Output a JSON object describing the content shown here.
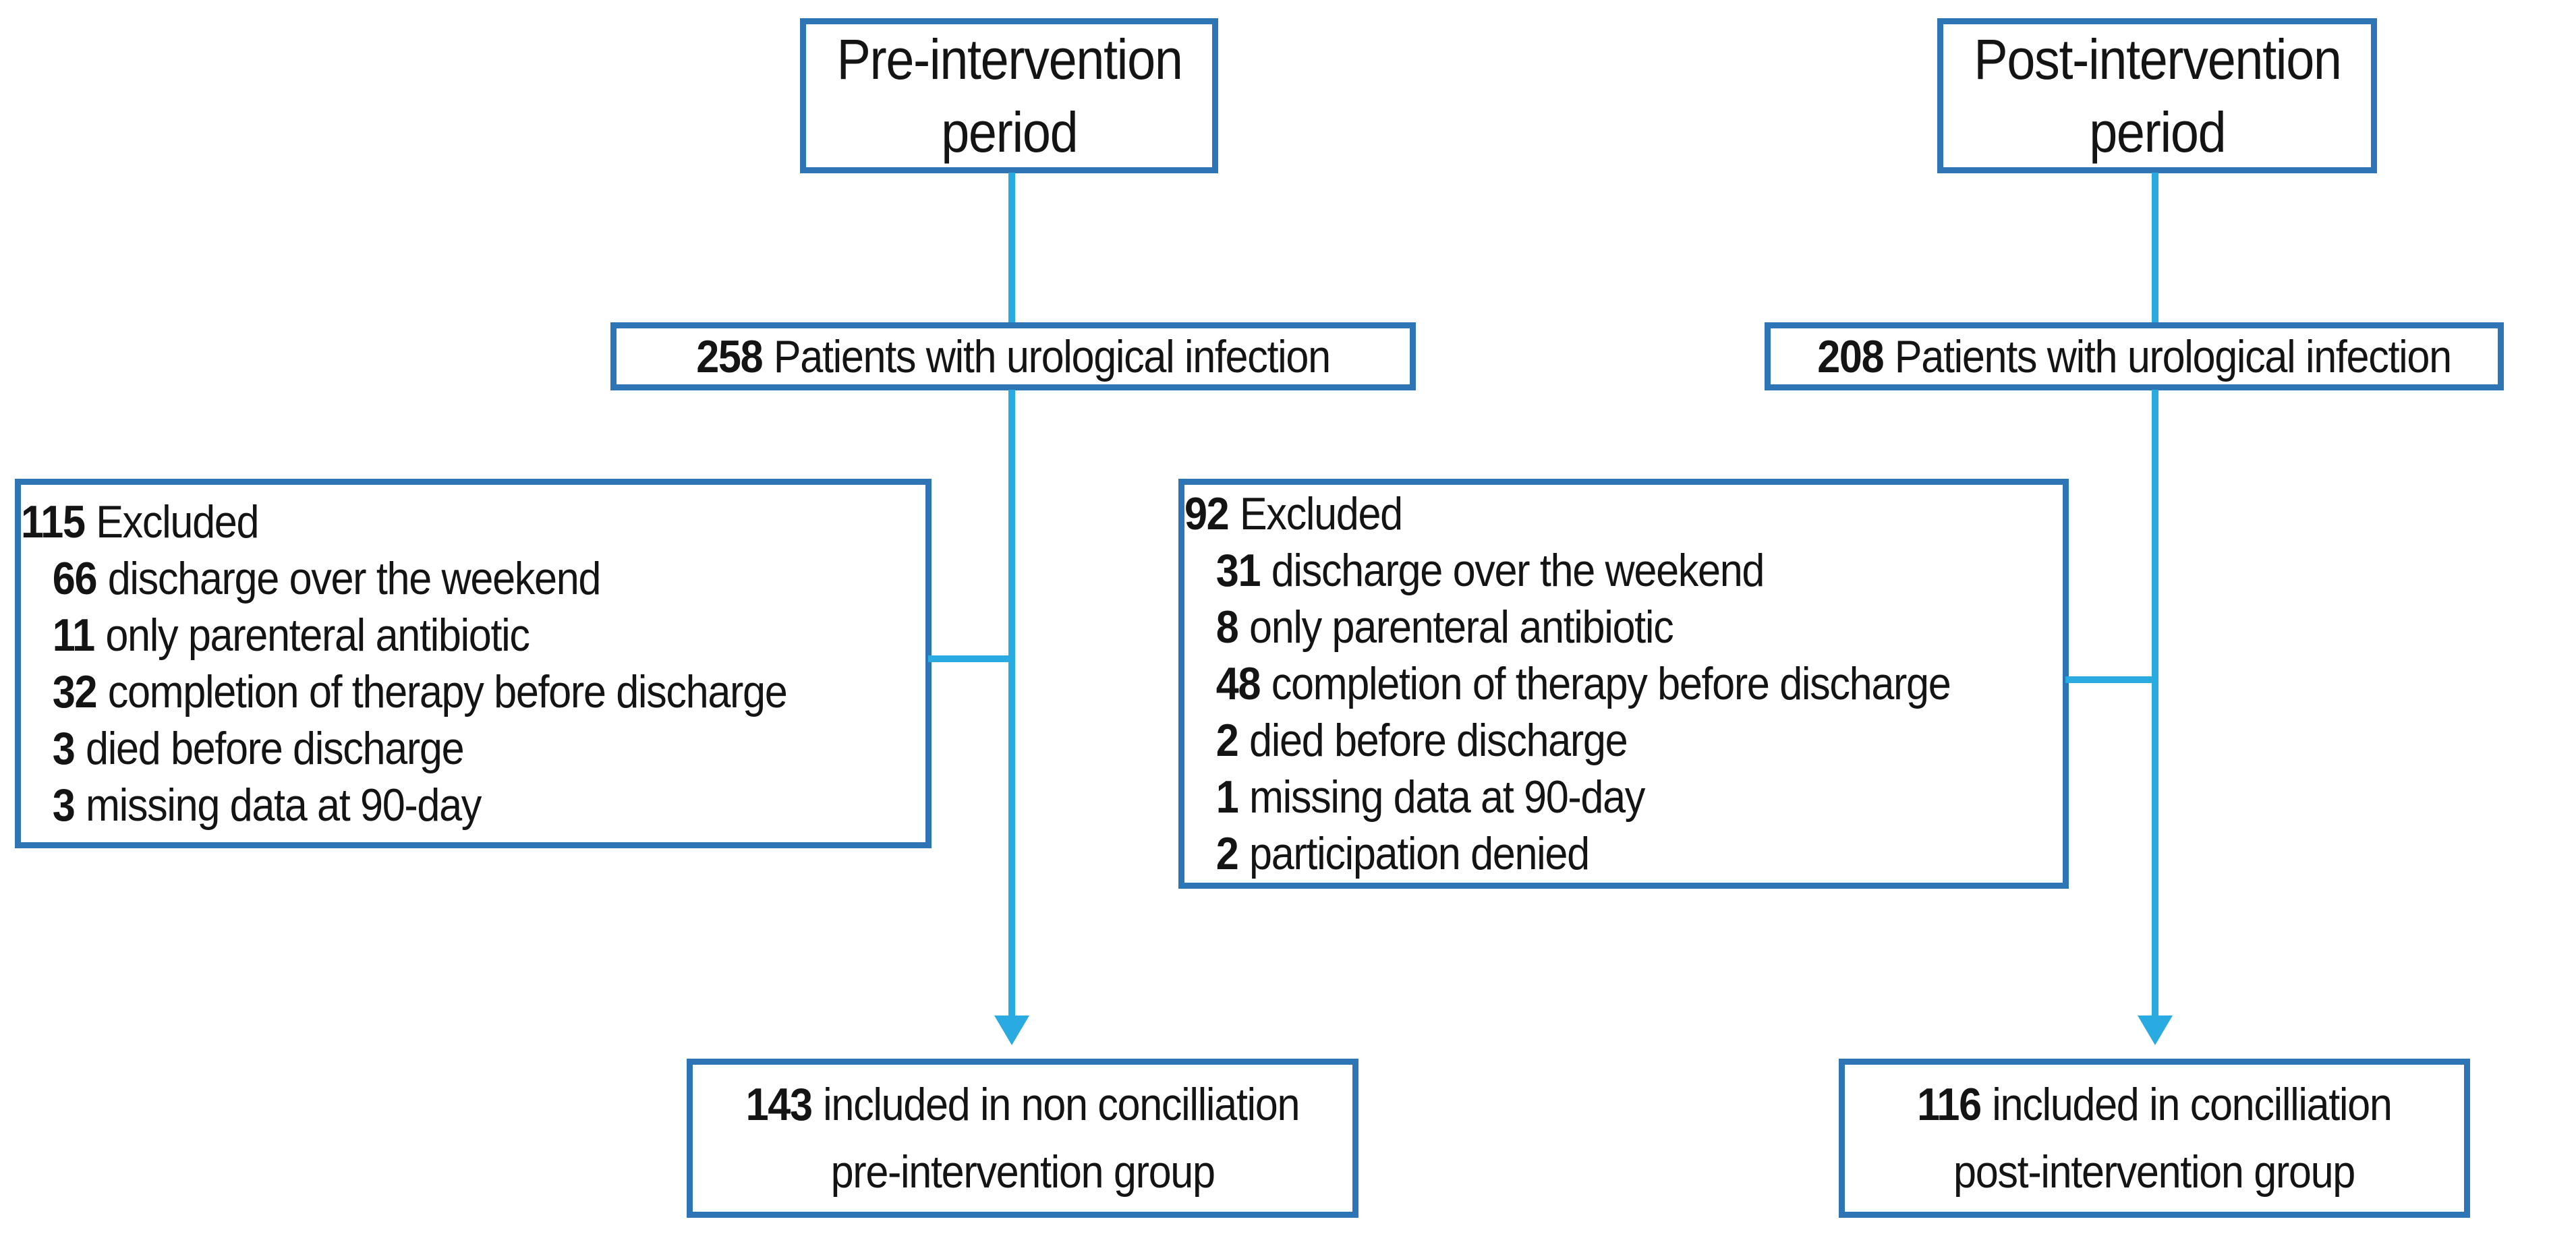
{
  "colors": {
    "page_bg": "#FFFFFF",
    "box_border": "#2E75B6",
    "connector": "#29ABE2",
    "text": "#141414"
  },
  "left": {
    "title": {
      "line1": "Pre-intervention",
      "line2": "period"
    },
    "patients": {
      "num": "258",
      "text": "Patients with urological infection"
    },
    "excluded": {
      "header": {
        "num": "115",
        "text": "Excluded"
      },
      "items": [
        {
          "num": "66",
          "text": "discharge over the weekend"
        },
        {
          "num": "11",
          "text": "only parenteral antibiotic"
        },
        {
          "num": "32",
          "text": "completion of therapy before discharge"
        },
        {
          "num": "3",
          "text": "died before discharge"
        },
        {
          "num": "3",
          "text": "missing data at 90-day"
        }
      ]
    },
    "included": {
      "num": "143",
      "rest": "included in non concilliation",
      "line2": "pre-intervention group"
    }
  },
  "right": {
    "title": {
      "line1": "Post-intervention",
      "line2": "period"
    },
    "patients": {
      "num": "208",
      "text": "Patients with urological infection"
    },
    "excluded": {
      "header": {
        "num": "92",
        "text": "Excluded"
      },
      "items": [
        {
          "num": "31",
          "text": "discharge over the weekend"
        },
        {
          "num": "8",
          "text": "only parenteral antibiotic"
        },
        {
          "num": "48",
          "text": "completion of therapy before discharge"
        },
        {
          "num": "2",
          "text": "died before discharge"
        },
        {
          "num": "1",
          "text": "missing data at 90-day"
        },
        {
          "num": "2",
          "text": "participation denied"
        }
      ]
    },
    "included": {
      "num": "116",
      "rest": "included in concilliation",
      "line2": "post-intervention group"
    }
  }
}
